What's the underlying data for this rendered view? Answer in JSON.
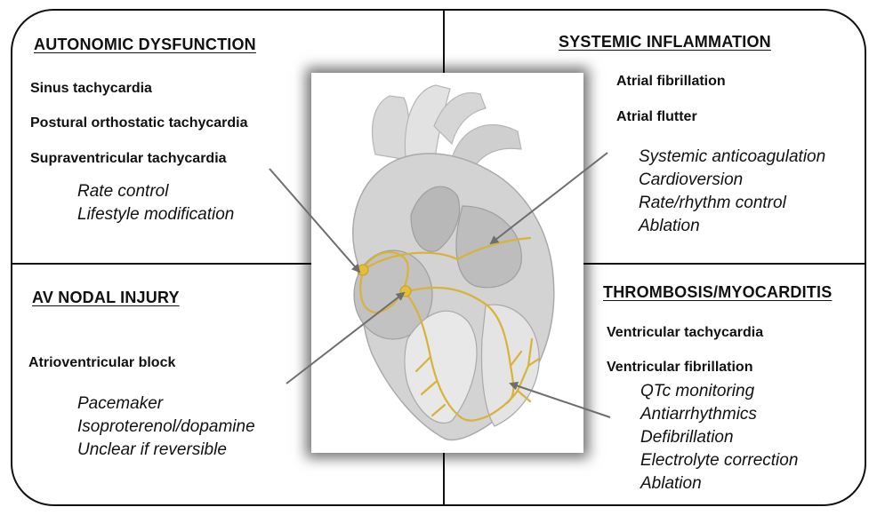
{
  "quadrants": {
    "autonomic": {
      "title": "AUTONOMIC DYSFUNCTION",
      "conditions": [
        "Sinus tachycardia",
        "Postural orthostatic tachycardia",
        "Supraventricular tachycardia"
      ],
      "treatments": [
        "Rate control",
        "Lifestyle modification"
      ]
    },
    "inflammation": {
      "title": "SYSTEMIC INFLAMMATION",
      "conditions": [
        "Atrial fibrillation",
        "Atrial flutter"
      ],
      "treatments": [
        "Systemic anticoagulation",
        "Cardioversion",
        "Rate/rhythm control",
        "Ablation"
      ]
    },
    "av_nodal": {
      "title": "AV NODAL INJURY",
      "conditions": [
        "Atrioventricular block"
      ],
      "treatments": [
        "Pacemaker",
        "Isoproterenol/dopamine",
        "Unclear if reversible"
      ]
    },
    "thrombosis": {
      "title": "THROMBOSIS/MYOCARDITIS",
      "conditions": [
        "Ventricular tachycardia",
        "Ventricular fibrillation"
      ],
      "treatments": [
        "QTc monitoring",
        "Antiarrhythmics",
        "Defibrillation",
        "Electrolyte correction",
        "Ablation"
      ]
    }
  },
  "colors": {
    "conduction": "#d9b23a",
    "heart": "#d3d3d3",
    "arrow": "#6e6e6e"
  }
}
